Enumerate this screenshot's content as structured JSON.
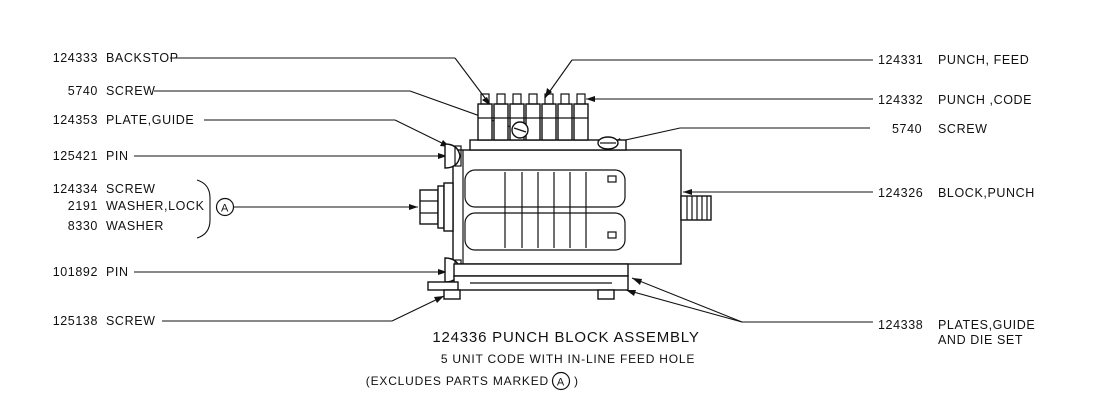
{
  "callouts_left": [
    {
      "part": "124333",
      "name": "BACKSTOP"
    },
    {
      "part": "5740",
      "name": "SCREW"
    },
    {
      "part": "124353",
      "name": "PLATE,GUIDE"
    },
    {
      "part": "125421",
      "name": "PIN"
    },
    {
      "part": "124334",
      "name": "SCREW"
    },
    {
      "part": "2191",
      "name": "WASHER,LOCK"
    },
    {
      "part": "8330",
      "name": "WASHER"
    },
    {
      "part": "101892",
      "name": "PIN"
    },
    {
      "part": "125138",
      "name": "SCREW"
    }
  ],
  "callouts_right": [
    {
      "part": "124331",
      "name": "PUNCH, FEED"
    },
    {
      "part": "124332",
      "name": "PUNCH ,CODE"
    },
    {
      "part": "5740",
      "name": "SCREW"
    },
    {
      "part": "124326",
      "name": "BLOCK,PUNCH"
    },
    {
      "part": "124338",
      "name": "PLATES,GUIDE",
      "name2": "AND DIE SET"
    }
  ],
  "group_marker": "A",
  "caption": {
    "title": "124336  PUNCH  BLOCK  ASSEMBLY",
    "line2": "5  UNIT  CODE  WITH  IN-LINE  FEED  HOLE",
    "line3_pre": "(EXCLUDES  PARTS  MARKED",
    "line3_marker": "A",
    "line3_post": ")"
  }
}
